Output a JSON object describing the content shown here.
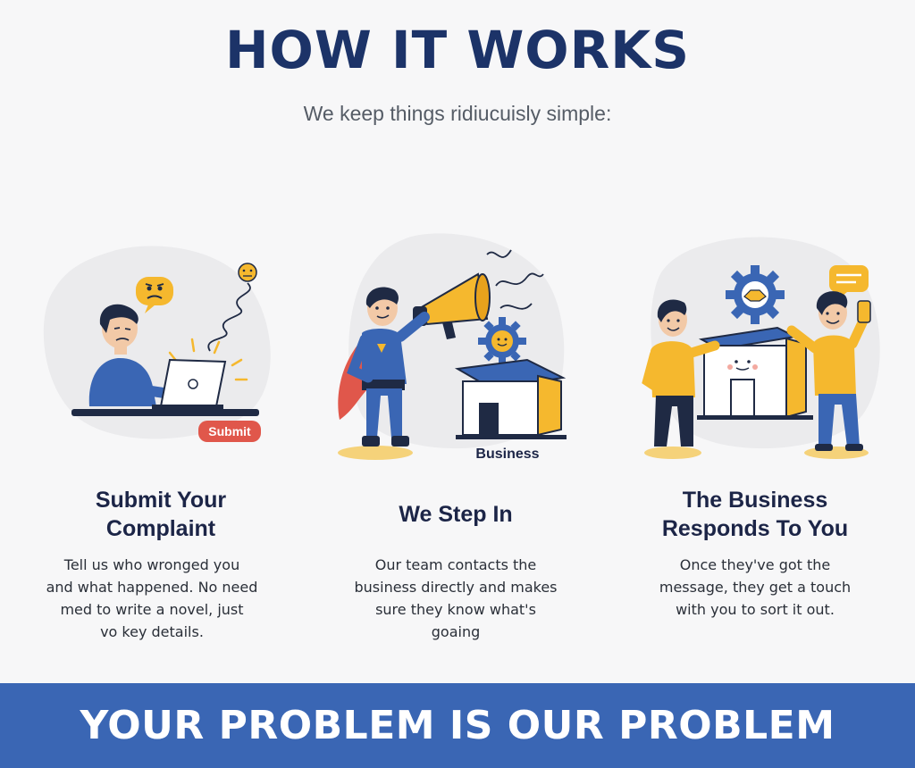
{
  "header": {
    "title": "HOW IT WORKS",
    "subtitle": "We keep things ridiucuisly simple:"
  },
  "steps": [
    {
      "title_lines": [
        "Submit Your",
        "Complaint"
      ],
      "desc_lines": [
        "Tell us who wronged you",
        "and what happened. No need",
        "med to write a novel, just",
        "vo key details."
      ],
      "button_label": "Submit"
    },
    {
      "title_lines": [
        "We Step In"
      ],
      "desc_lines": [
        "Our team contacts the",
        "business directly and makes",
        "sure they know what's",
        "goaing"
      ],
      "building_label": "Business"
    },
    {
      "title_lines": [
        "The Business",
        "Responds To You"
      ],
      "desc_lines": [
        "Once they've got the",
        "message, they get a touch",
        "with you to sort it out."
      ]
    }
  ],
  "banner": {
    "text": "YOUR PROBLEM IS OUR PROBLEM"
  },
  "colors": {
    "navy": "#1c3368",
    "blue": "#3a66b4",
    "yellow": "#f5b82e",
    "red": "#e0574b",
    "background": "#f7f7f8"
  }
}
